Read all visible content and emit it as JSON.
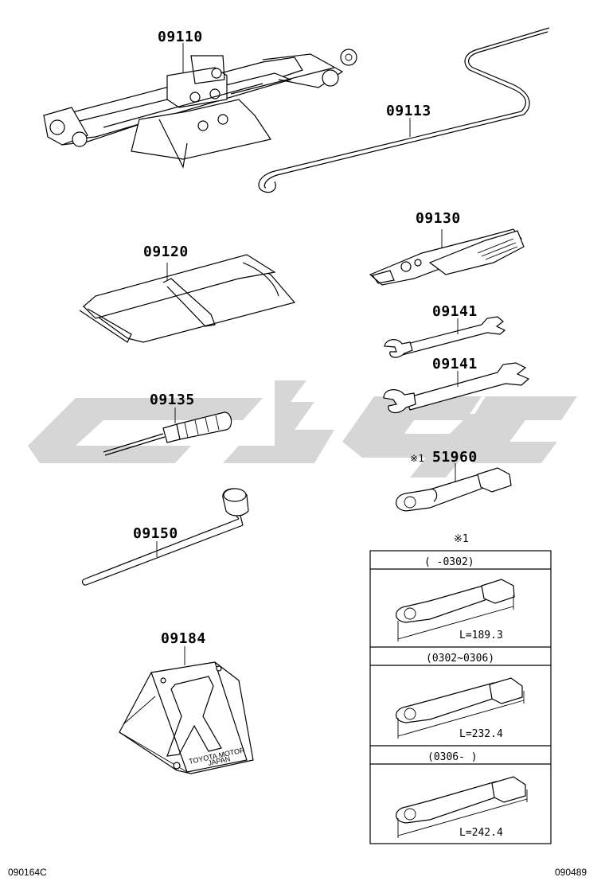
{
  "parts": {
    "jack": "09110",
    "jack_handle": "09113",
    "tool_bag": "09120",
    "pliers": "09130",
    "wrench_small": "09141",
    "wrench_large": "09141",
    "screwdriver": "09135",
    "towing_eye_mark": "※1",
    "towing_eye": "51960",
    "lug_wrench": "09150",
    "wheel_chock": "09184"
  },
  "table": {
    "note_mark": "※1",
    "rows": [
      {
        "period": "(      -0302)",
        "length": "L=189.3"
      },
      {
        "period": "(0302~0306)",
        "length": "L=232.4"
      },
      {
        "period": "(0306-      )",
        "length": "L=242.4"
      }
    ]
  },
  "chock_stamp": {
    "line1": "TOYOTA MOTOR",
    "line2": "JAPAN"
  },
  "footer": {
    "left": "090164C",
    "right": "090489"
  },
  "colors": {
    "watermark": "#d6d6d6",
    "ink": "#000000"
  }
}
